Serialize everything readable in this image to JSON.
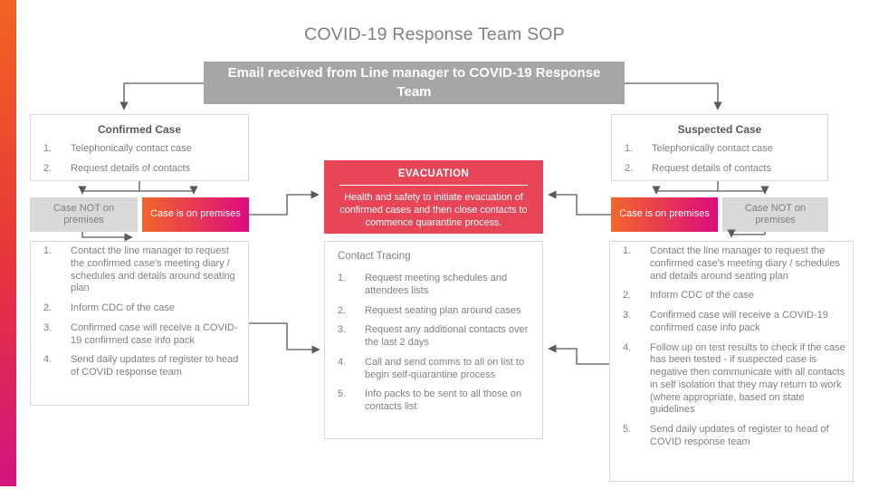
{
  "page": {
    "title": "COVID-19 Response Team SOP"
  },
  "email_banner": {
    "text": "Email received from Line manager to COVID-19 Response Team"
  },
  "confirmed_case": {
    "title": "Confirmed Case",
    "items": [
      "Telephonically contact case",
      "Request details of contacts"
    ]
  },
  "suspected_case": {
    "title": "Suspected Case",
    "items": [
      "Telephonically contact case",
      "Request details of contacts"
    ]
  },
  "left_branch": {
    "not_on_premises": "Case NOT on premises",
    "on_premises": "Case is on premises"
  },
  "right_branch": {
    "on_premises": "Case is on premises",
    "not_on_premises": "Case NOT on premises"
  },
  "evacuation": {
    "title": "EVACUATION",
    "body": "Health and safety to initiate evacuation of confirmed cases and then  close contacts to commence quarantine process."
  },
  "confirmed_actions": {
    "items": [
      "Contact the line manager to request the confirmed case's meeting diary / schedules and details around seating plan",
      "Inform CDC of the case",
      "Confirmed case will receive a COVID-19 confirmed case info pack",
      "Send daily updates of register to head of COVID response team"
    ]
  },
  "contact_tracing": {
    "title": "Contact Tracing",
    "items": [
      "Request meeting schedules and attendees lists",
      "Request  seating plan around cases",
      "Request any additional contacts over the last 2 days",
      "Call and send comms to all on list to begin self-quarantine process",
      "Info packs to be sent to all those on contacts list"
    ]
  },
  "suspected_actions": {
    "items": [
      "Contact the line manager to request the confirmed case's meeting diary / schedules and details around seating plan",
      "Inform CDC of the case",
      "Confirmed case will receive a COVID-19 confirmed case info pack",
      "Follow up on test results to check if the case has been tested - if suspected case is negative then communicate with all contacts in self isolation that they may return to work (where appropriate, based on state guidelines",
      "Send daily updates of register to head of COVID response team"
    ]
  },
  "colors": {
    "accent_orange": "#F2662A",
    "accent_magenta": "#DC0B7E",
    "evacuation_red": "#E84656",
    "banner_gray": "#A6A6A6",
    "box_border": "#D9D9D9",
    "text_gray": "#808080",
    "heading_gray": "#595959"
  }
}
